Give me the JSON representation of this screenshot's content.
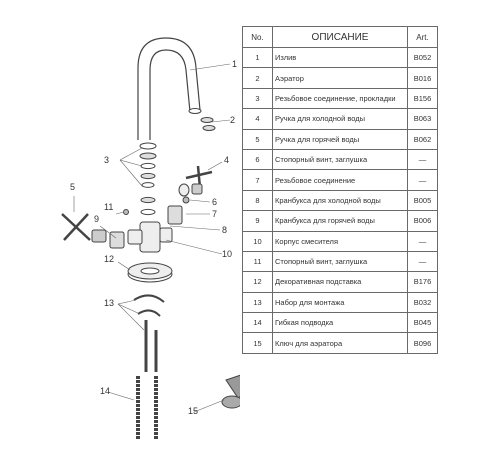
{
  "table": {
    "headers": {
      "num": "No.",
      "desc": "ОПИСАНИЕ",
      "art": "Art."
    },
    "rows": [
      {
        "num": "1",
        "desc": "Излив",
        "art": "B052"
      },
      {
        "num": "2",
        "desc": "Аэратор",
        "art": "B016"
      },
      {
        "num": "3",
        "desc": "Резьбовое соединение, прокладки",
        "art": "B156"
      },
      {
        "num": "4",
        "desc": "Ручка для холодной воды",
        "art": "B063"
      },
      {
        "num": "5",
        "desc": "Ручка для горячей воды",
        "art": "B062"
      },
      {
        "num": "6",
        "desc": "Стопорный винт, заглушка",
        "art": "—"
      },
      {
        "num": "7",
        "desc": "Резьбовое соединение",
        "art": "—"
      },
      {
        "num": "8",
        "desc": "Кранбукса для холодной воды",
        "art": "B005"
      },
      {
        "num": "9",
        "desc": "Кранбукса для горячей воды",
        "art": "B006"
      },
      {
        "num": "10",
        "desc": "Корпус смесителя",
        "art": "—"
      },
      {
        "num": "11",
        "desc": "Стопорный винт, заглушка",
        "art": "—"
      },
      {
        "num": "12",
        "desc": "Декоративная подставка",
        "art": "B176"
      },
      {
        "num": "13",
        "desc": "Набор для монтажа",
        "art": "B032"
      },
      {
        "num": "14",
        "desc": "Гибкая подводка",
        "art": "B045"
      },
      {
        "num": "15",
        "desc": "Ключ для аэратора",
        "art": "B096"
      }
    ]
  },
  "callouts": [
    "1",
    "2",
    "3",
    "4",
    "5",
    "6",
    "7",
    "8",
    "9",
    "10",
    "11",
    "12",
    "13",
    "14",
    "15"
  ]
}
